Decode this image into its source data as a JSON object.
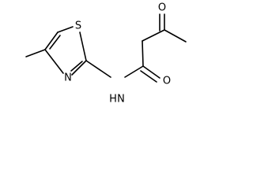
{
  "molecule": {
    "atoms": {
      "s1": "S",
      "n3": "N",
      "nh": "N",
      "nh_h": "H",
      "o_amide": "O",
      "o_ketone": "O"
    }
  }
}
